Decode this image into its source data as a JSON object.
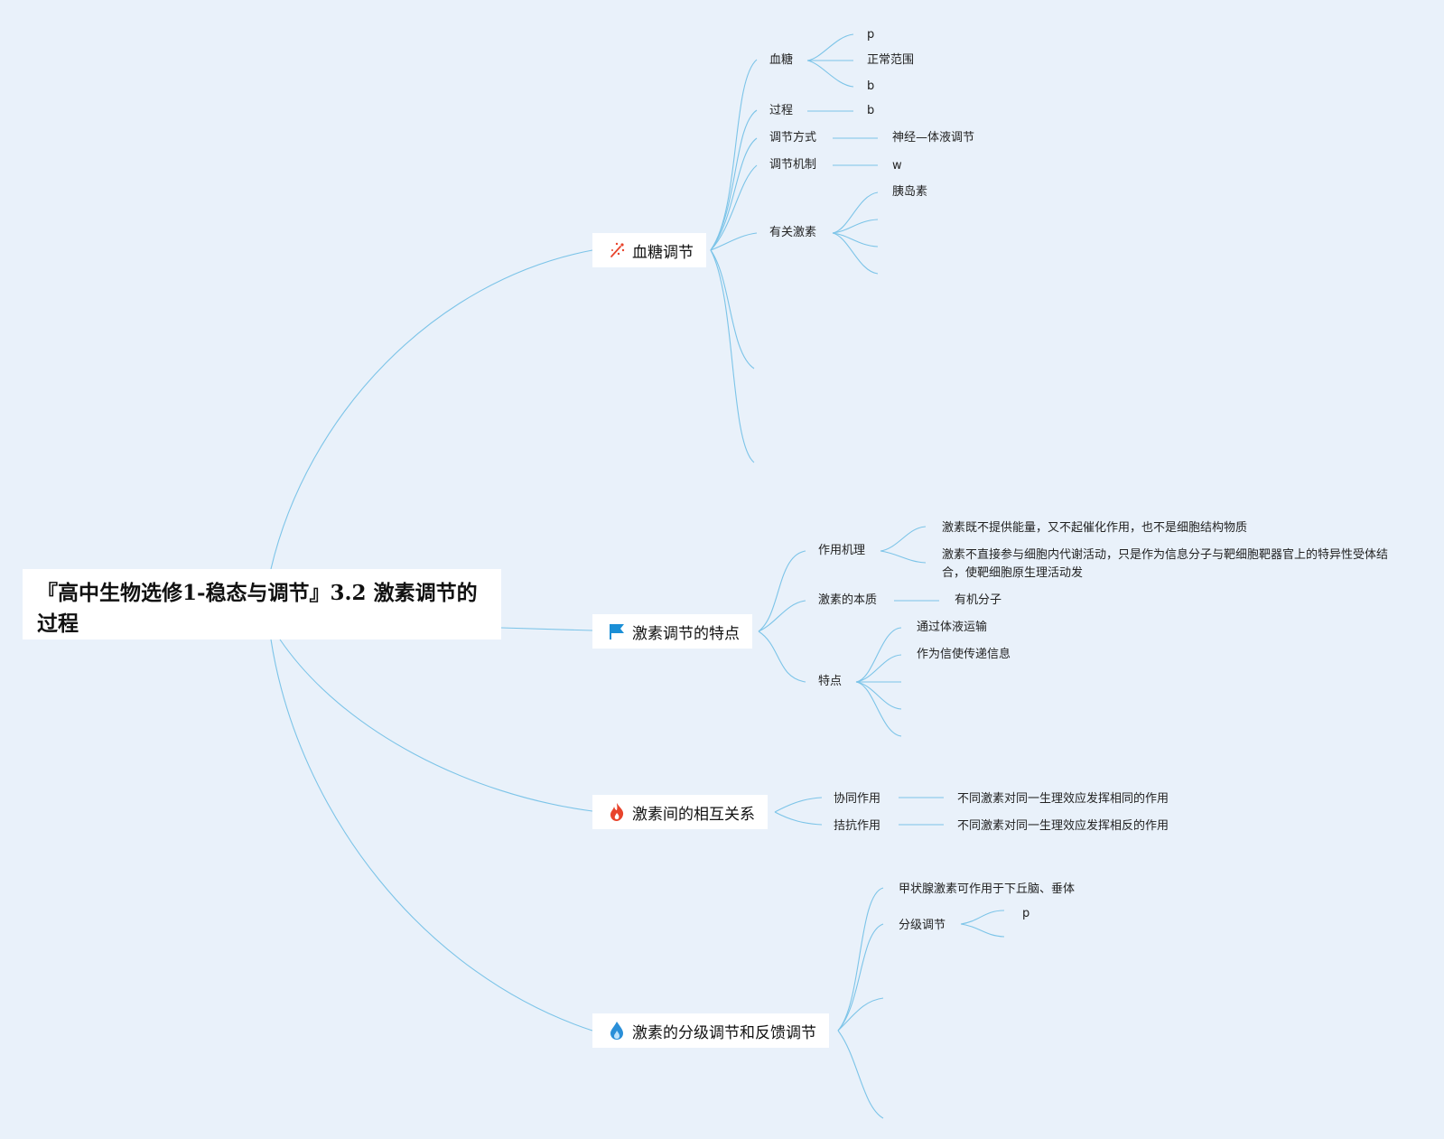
{
  "root": {
    "title": "『高中生物选修1-稳态与调节』3.2 激素调节的过程"
  },
  "branches": {
    "glucose": {
      "label": "血糖调节",
      "icon": "sparkle-icon",
      "children": {
        "xuetang": {
          "label": "血糖",
          "items": [
            "p",
            "正常范围",
            "b"
          ]
        },
        "guocheng": {
          "label": "过程",
          "value": "b"
        },
        "fangshi": {
          "label": "调节方式",
          "value": "神经—体液调节"
        },
        "jizhi": {
          "label": "调节机制",
          "value": "w"
        },
        "jisu": {
          "label": "有关激素",
          "value": "胰岛素"
        }
      }
    },
    "features": {
      "label": "激素调节的特点",
      "icon": "flag-icon",
      "children": {
        "jili": {
          "label": "作用机理",
          "items": [
            "激素既不提供能量，又不起催化作用，也不是细胞结构物质",
            "激素不直接参与细胞内代谢活动，只是作为信息分子与靶细胞靶器官上的特异性受体结合，使靶细胞原生理活动发"
          ]
        },
        "benzhi": {
          "label": "激素的本质",
          "value": "有机分子"
        },
        "tedian": {
          "label": "特点",
          "items": [
            "通过体液运输",
            "作为信使传递信息"
          ]
        }
      }
    },
    "relations": {
      "label": "激素间的相互关系",
      "icon": "fire-icon",
      "children": {
        "xietong": {
          "label": "协同作用",
          "value": "不同激素对同一生理效应发挥相同的作用"
        },
        "jiekang": {
          "label": "拮抗作用",
          "value": "不同激素对同一生理效应发挥相反的作用"
        }
      }
    },
    "regulation": {
      "label": "激素的分级调节和反馈调节",
      "icon": "flame-drop-icon",
      "children": {
        "jiazhuang": {
          "label": "甲状腺激素可作用于下丘脑、垂体"
        },
        "fenji": {
          "label": "分级调节",
          "value": "p"
        }
      }
    }
  },
  "colors": {
    "background": "#e9f1fa",
    "link": "#7cc4e8",
    "fire": "#e8442c",
    "flag": "#1b8fd6",
    "drop": "#2a8fd8"
  }
}
